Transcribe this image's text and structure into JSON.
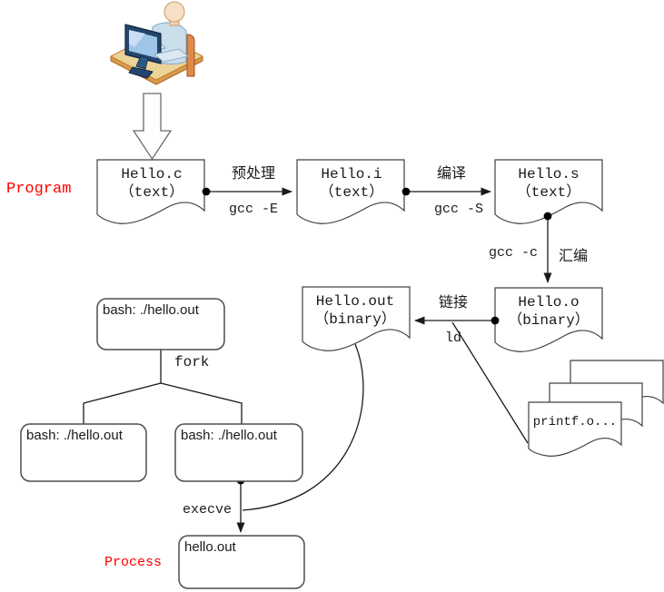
{
  "labels": {
    "program": "Program",
    "process": "Process"
  },
  "documents": {
    "hello_c": {
      "name": "Hello.c",
      "type": "（text）"
    },
    "hello_i": {
      "name": "Hello.i",
      "type": "（text）"
    },
    "hello_s": {
      "name": "Hello.s",
      "type": "（text）"
    },
    "hello_o": {
      "name": "Hello.o",
      "type": "（binary）"
    },
    "hello_out": {
      "name": "Hello.out",
      "type": "（binary）"
    },
    "printf_o": {
      "name": "printf.o..."
    }
  },
  "steps": {
    "preprocess": {
      "cn": "预处理",
      "cmd": "gcc -E"
    },
    "compile": {
      "cn": "编译",
      "cmd": "gcc -S"
    },
    "assemble": {
      "cn": "汇编",
      "cmd": "gcc -c"
    },
    "link": {
      "cn": "链接",
      "cmd": "ld"
    },
    "fork": {
      "cmd": "fork"
    },
    "execve": {
      "cmd": "execve"
    }
  },
  "process_boxes": {
    "bash_parent": {
      "label": "bash: ./hello.out"
    },
    "bash_child_left": {
      "label": "bash: ./hello.out"
    },
    "bash_child_right": {
      "label": "bash: ./hello.out"
    },
    "hello_out_proc": {
      "label": "hello.out"
    }
  },
  "colors": {
    "stage_label": "#ff0000",
    "line": "#1a1a1a",
    "box_border": "#4d4d4d",
    "desk": "#ebd498",
    "desk_edge": "#d89a4e",
    "monitor": "#24466e",
    "screen": "#9fc5e8",
    "person_body": "#c9deea",
    "skin": "#f6dfc4",
    "chair": "#e08a4a"
  }
}
